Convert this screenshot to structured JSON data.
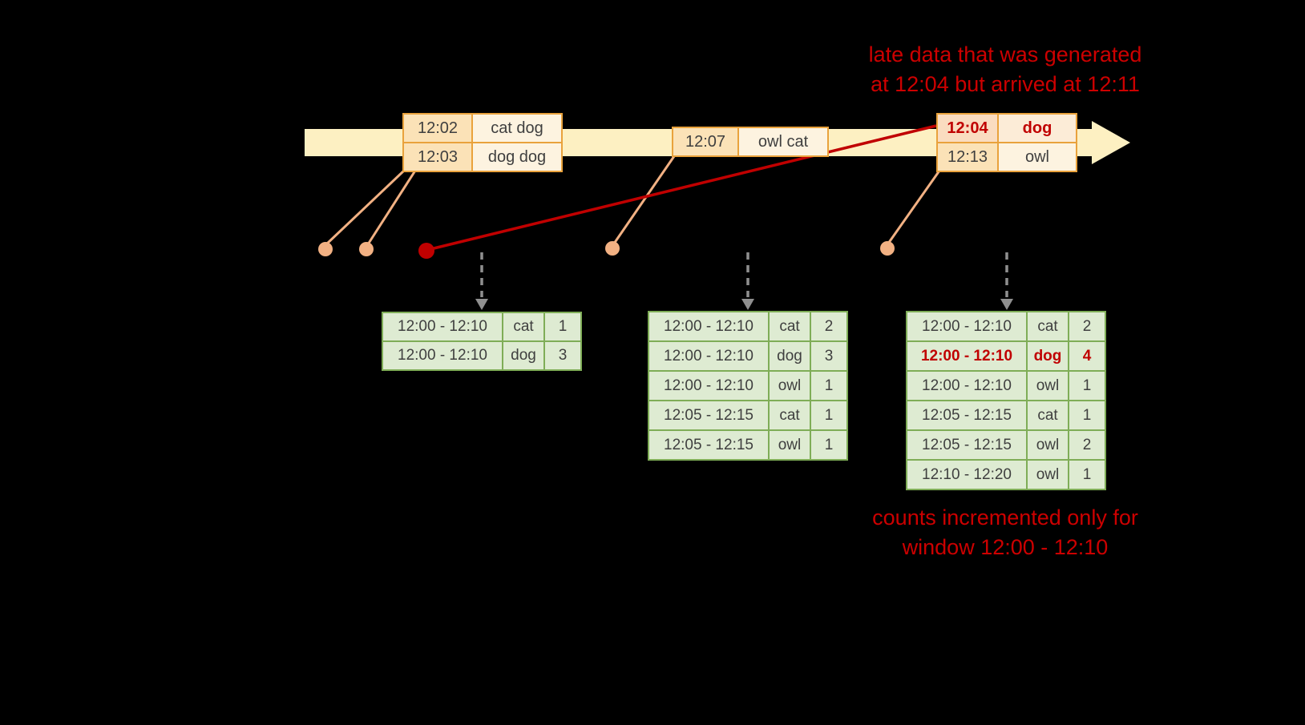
{
  "annotations": {
    "late_top_1": "late data that was generated",
    "late_top_2": "at 12:04 but arrived at 12:11",
    "counts_bottom_1": "counts incremented only for",
    "counts_bottom_2": "window 12:00 - 12:10"
  },
  "input_batches": [
    {
      "records": [
        {
          "time": "12:02",
          "words": "cat dog"
        },
        {
          "time": "12:03",
          "words": "dog dog"
        }
      ]
    },
    {
      "records": [
        {
          "time": "12:07",
          "words": "owl cat"
        }
      ]
    },
    {
      "records": [
        {
          "time": "12:04",
          "words": "dog",
          "late": true
        },
        {
          "time": "12:13",
          "words": "owl"
        }
      ]
    }
  ],
  "result_tables": [
    {
      "rows": [
        {
          "window": "12:00 - 12:10",
          "word": "cat",
          "count": "1"
        },
        {
          "window": "12:00 - 12:10",
          "word": "dog",
          "count": "3"
        }
      ]
    },
    {
      "rows": [
        {
          "window": "12:00 - 12:10",
          "word": "cat",
          "count": "2"
        },
        {
          "window": "12:00 - 12:10",
          "word": "dog",
          "count": "3"
        },
        {
          "window": "12:00 - 12:10",
          "word": "owl",
          "count": "1"
        },
        {
          "window": "12:05 - 12:15",
          "word": "cat",
          "count": "1"
        },
        {
          "window": "12:05 - 12:15",
          "word": "owl",
          "count": "1"
        }
      ]
    },
    {
      "rows": [
        {
          "window": "12:00 - 12:10",
          "word": "cat",
          "count": "2"
        },
        {
          "window": "12:00 - 12:10",
          "word": "dog",
          "count": "4",
          "late": true
        },
        {
          "window": "12:00 - 12:10",
          "word": "owl",
          "count": "1"
        },
        {
          "window": "12:05 - 12:15",
          "word": "cat",
          "count": "1"
        },
        {
          "window": "12:05 - 12:15",
          "word": "owl",
          "count": "2"
        },
        {
          "window": "12:10 - 12:20",
          "word": "owl",
          "count": "1"
        }
      ]
    }
  ],
  "colors": {
    "background": "#000000",
    "timeline": "#fdf0c2",
    "box_border": "#e9a23c",
    "box_time_fill": "#fbe2b7",
    "box_words_fill": "#fdf3e0",
    "table_border": "#7fad57",
    "table_fill": "#deebd2",
    "late_red": "#c00000",
    "annotation_red": "#cc0000",
    "connector_peach": "#f2b183",
    "trigger_gray": "#8f8f8f"
  }
}
